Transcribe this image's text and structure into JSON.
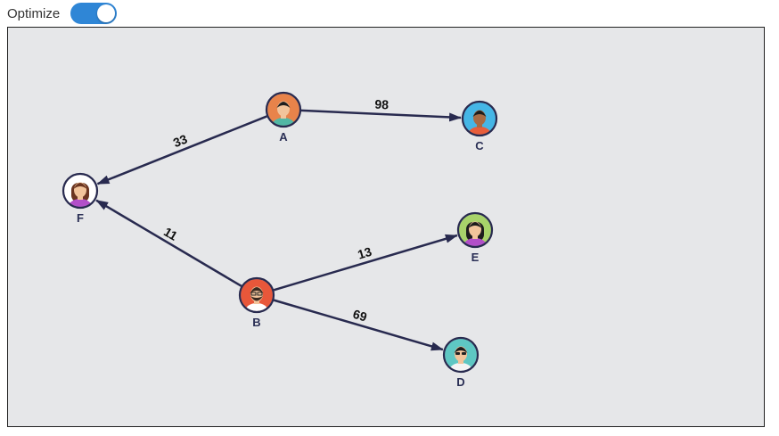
{
  "toolbar": {
    "optimize_label": "Optimize",
    "optimize_on": true
  },
  "colors": {
    "edge": "#282a4f",
    "toggle_on": "#2f86d6",
    "canvas_bg": "#e6e7e9"
  },
  "graph": {
    "nodes": [
      {
        "id": "A",
        "label": "A",
        "avatar_bg": "#e8834a",
        "skin": "#f2c49b",
        "hair": "#1d1d1d",
        "shirt": "#52b7a4",
        "icon": "man-avatar-icon"
      },
      {
        "id": "C",
        "label": "C",
        "avatar_bg": "#45b6e6",
        "skin": "#a86a44",
        "hair": "#1d1d1d",
        "shirt": "#e85d3a",
        "icon": "man-avatar-icon"
      },
      {
        "id": "F",
        "label": "F",
        "avatar_bg": "#ffffff",
        "skin": "#f2c49b",
        "hair": "#6b3520",
        "shirt": "#b24fc9",
        "icon": "woman-avatar-icon"
      },
      {
        "id": "E",
        "label": "E",
        "avatar_bg": "#a8d36a",
        "skin": "#f2c49b",
        "hair": "#1d1d1d",
        "shirt": "#b24fc9",
        "icon": "woman-avatar-icon"
      },
      {
        "id": "B",
        "label": "B",
        "avatar_bg": "#e8573a",
        "skin": "#f2c49b",
        "hair": "#3b2a20",
        "shirt": "#ffffff",
        "icon": "bearded-man-avatar-icon"
      },
      {
        "id": "D",
        "label": "D",
        "avatar_bg": "#5ec7c3",
        "skin": "#f2c49b",
        "hair": "#1d1d1d",
        "shirt": "#f4f4f4",
        "icon": "man-with-sunglasses-avatar-icon"
      }
    ],
    "edges": [
      {
        "from": "A",
        "to": "C",
        "weight": "98"
      },
      {
        "from": "A",
        "to": "F",
        "weight": "33"
      },
      {
        "from": "B",
        "to": "F",
        "weight": "11"
      },
      {
        "from": "B",
        "to": "E",
        "weight": "13"
      },
      {
        "from": "B",
        "to": "D",
        "weight": "69"
      }
    ]
  }
}
